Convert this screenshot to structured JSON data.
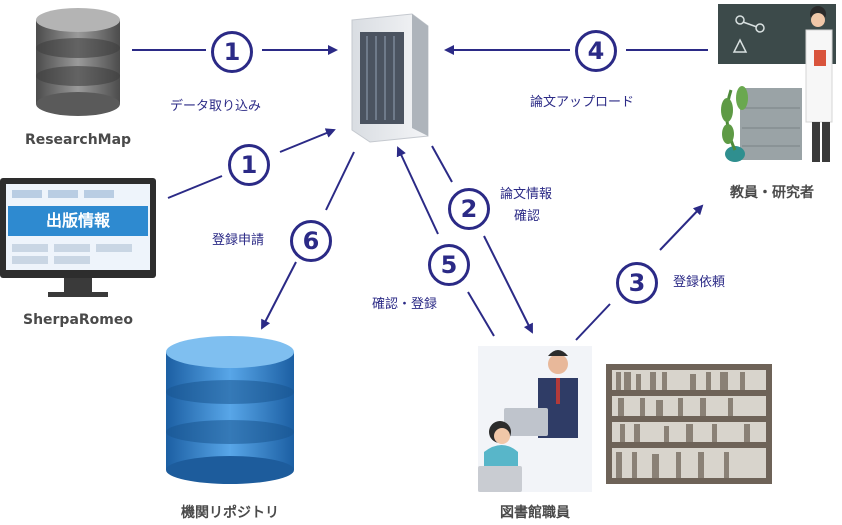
{
  "nodes": {
    "researchmap": "ResearchMap",
    "sherparomeo": "SherpaRomeo",
    "repository": "機関リポジトリ",
    "librarian": "図書館職員",
    "faculty": "教員・研究者"
  },
  "monitor_banner": "出版情報",
  "steps": {
    "s1a": "1",
    "s1b": "1",
    "s2": "2",
    "s3": "3",
    "s4": "4",
    "s5": "5",
    "s6": "6"
  },
  "edge_labels": {
    "import": "データ取り込み",
    "upload": "論文アップロード",
    "check_info_1": "論文情報",
    "check_info_2": "確認",
    "request": "登録依頼",
    "confirm_register": "確認・登録",
    "apply": "登録申請"
  },
  "colors": {
    "arrow": "#2b2a86",
    "repository_blue": "#2f7fc7",
    "database_gray": "#6f6f6f"
  }
}
